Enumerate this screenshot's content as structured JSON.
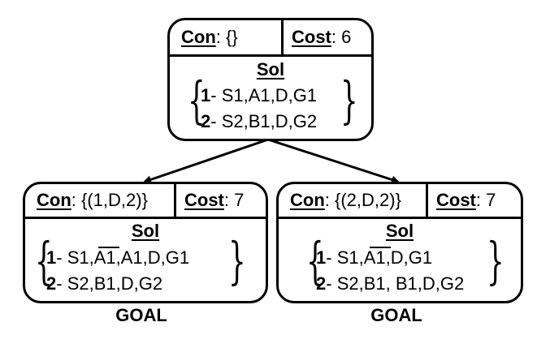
{
  "nodes": {
    "root": {
      "con_label": "Con",
      "con_value": ": {}",
      "cost_label": "Cost",
      "cost_value": ": 6",
      "sol_title": "Sol",
      "lines": [
        {
          "num": "1",
          "text": "- S1,A1,D,G1"
        },
        {
          "num": "2",
          "text": "- S2,B1,D,G2"
        }
      ]
    },
    "left": {
      "con_label": "Con",
      "con_value": ": {(1,D,2)}",
      "cost_label": "Cost",
      "cost_value": ": 7",
      "sol_title": "Sol",
      "lines": [
        {
          "num": "1",
          "text": "- S1,A1,A1,D,G1"
        },
        {
          "num": "2",
          "text": "- S2,B1,D,G2"
        }
      ],
      "goal": "GOAL"
    },
    "right": {
      "con_label": "Con",
      "con_value": ": {(2,D,2)}",
      "cost_label": "Cost",
      "cost_value": ": 7",
      "sol_title": "Sol",
      "lines": [
        {
          "num": "1",
          "text": "- S1,A1,D,G1"
        },
        {
          "num": "2",
          "text": "- S2,B1, B1,D,G2"
        }
      ],
      "goal": "GOAL"
    }
  },
  "brace_open": "{",
  "brace_close": "}"
}
